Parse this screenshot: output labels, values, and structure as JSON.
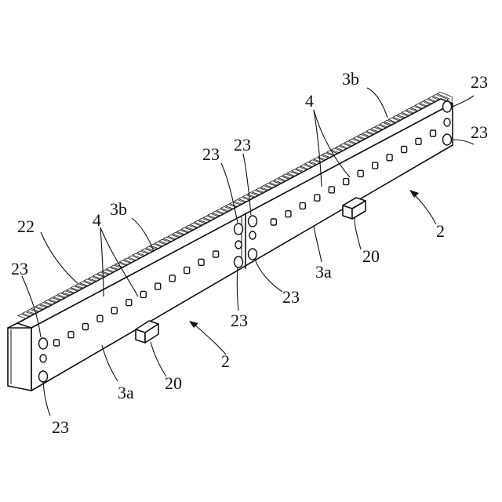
{
  "labels": {
    "l_3b_right": "3b",
    "l_3b_left": "3b",
    "l_4_right": "4",
    "l_4_left": "4",
    "l_22": "22",
    "l_23_tr1": "23",
    "l_23_tr2": "23",
    "l_23_mid1": "23",
    "l_23_mid2": "23",
    "l_23_mid3": "23",
    "l_23_mid4": "23",
    "l_23_left": "23",
    "l_23_bottom": "23",
    "l_2_right": "2",
    "l_2_left": "2",
    "l_20_right": "20",
    "l_20_left": "20",
    "l_3a_right": "3a",
    "l_3a_left": "3a"
  }
}
